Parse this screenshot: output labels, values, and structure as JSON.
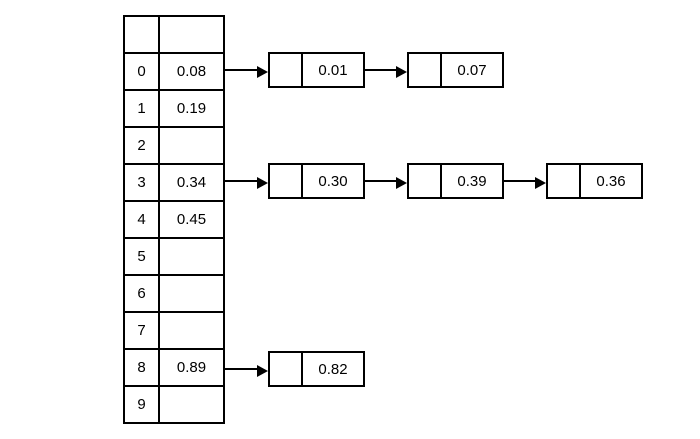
{
  "array": {
    "header": {
      "index": "",
      "value": ""
    },
    "rows": [
      {
        "index": "0",
        "value": "0.08"
      },
      {
        "index": "1",
        "value": "0.19"
      },
      {
        "index": "2",
        "value": ""
      },
      {
        "index": "3",
        "value": "0.34"
      },
      {
        "index": "4",
        "value": "0.45"
      },
      {
        "index": "5",
        "value": ""
      },
      {
        "index": "6",
        "value": ""
      },
      {
        "index": "7",
        "value": ""
      },
      {
        "index": "8",
        "value": "0.89"
      },
      {
        "index": "9",
        "value": ""
      }
    ]
  },
  "chains": [
    {
      "bucket": "0",
      "nodes": [
        {
          "value": "0.01"
        },
        {
          "value": "0.07"
        }
      ]
    },
    {
      "bucket": "3",
      "nodes": [
        {
          "value": "0.30"
        },
        {
          "value": "0.39"
        },
        {
          "value": "0.36"
        }
      ]
    },
    {
      "bucket": "8",
      "nodes": [
        {
          "value": "0.82"
        }
      ]
    }
  ],
  "colors": {
    "line": "#000000",
    "background": "#ffffff"
  }
}
